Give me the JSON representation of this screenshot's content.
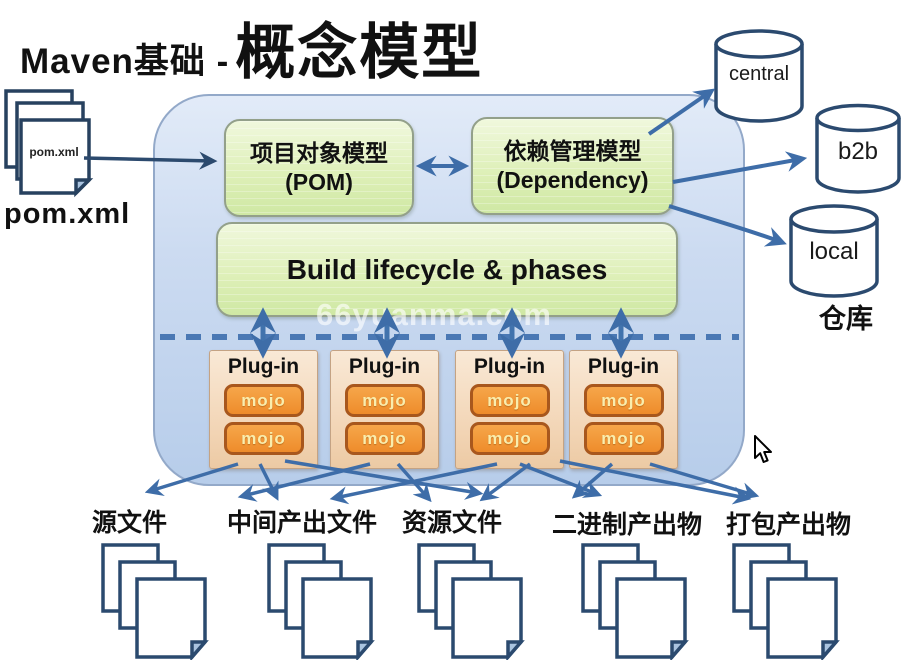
{
  "title": {
    "prefix": "Maven基础 -",
    "main": "概念模型"
  },
  "pom_doc": {
    "doc_label": "pom.xml",
    "caption": "pom.xml"
  },
  "model": {
    "pom_box": {
      "line1": "项目对象模型",
      "line2": "(POM)"
    },
    "dependency_box": {
      "line1": "依赖管理模型",
      "line2": "(Dependency)"
    },
    "lifecycle_box": {
      "label": "Build lifecycle & phases"
    },
    "plugins": [
      {
        "title": "Plug-in",
        "mojos": [
          "mojo",
          "mojo"
        ]
      },
      {
        "title": "Plug-in",
        "mojos": [
          "mojo",
          "mojo"
        ]
      },
      {
        "title": "Plug-in",
        "mojos": [
          "mojo",
          "mojo"
        ]
      },
      {
        "title": "Plug-in",
        "mojos": [
          "mojo",
          "mojo"
        ]
      }
    ]
  },
  "repositories": {
    "items": [
      {
        "name": "central"
      },
      {
        "name": "b2b"
      },
      {
        "name": "local"
      }
    ],
    "caption": "仓库"
  },
  "outputs": [
    {
      "label": "源文件"
    },
    {
      "label": "中间产出文件"
    },
    {
      "label": "资源文件"
    },
    {
      "label": "二进制产出物"
    },
    {
      "label": "打包产出物"
    }
  ],
  "watermark": "66yuanma.com",
  "colors": {
    "arrow": "#3e6da8",
    "arrow_dark": "#2c4a6e",
    "dashed_line": "#4a78b4",
    "container_blue": "#c7d7ef",
    "model_green": "#ddefb6",
    "plugin_peach": "#f2d4b4",
    "mojo_orange": "#ee8c2b",
    "mojo_text": "#f9edad",
    "doc_border": "#2b4a6f"
  }
}
